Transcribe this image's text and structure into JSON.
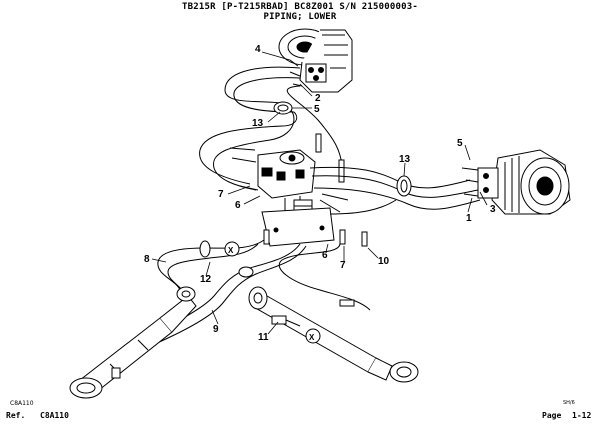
{
  "header": {
    "title_line1": "TB215R [P-T215RBAD] BC8Z001 S/N 215000003-",
    "title_line2": "PIPING; LOWER"
  },
  "footer": {
    "ref_label": "Ref.",
    "ref_value": "C8A110",
    "figure_code": "C8A110",
    "page_label": "Page",
    "page_value": "1-12",
    "small_code": "SH/6"
  },
  "callouts": [
    "4",
    "2",
    "5",
    "13",
    "7",
    "6",
    "5",
    "13",
    "3",
    "1",
    "8",
    "12",
    "9",
    "6",
    "7",
    "10",
    "11"
  ],
  "marker_label": "X"
}
